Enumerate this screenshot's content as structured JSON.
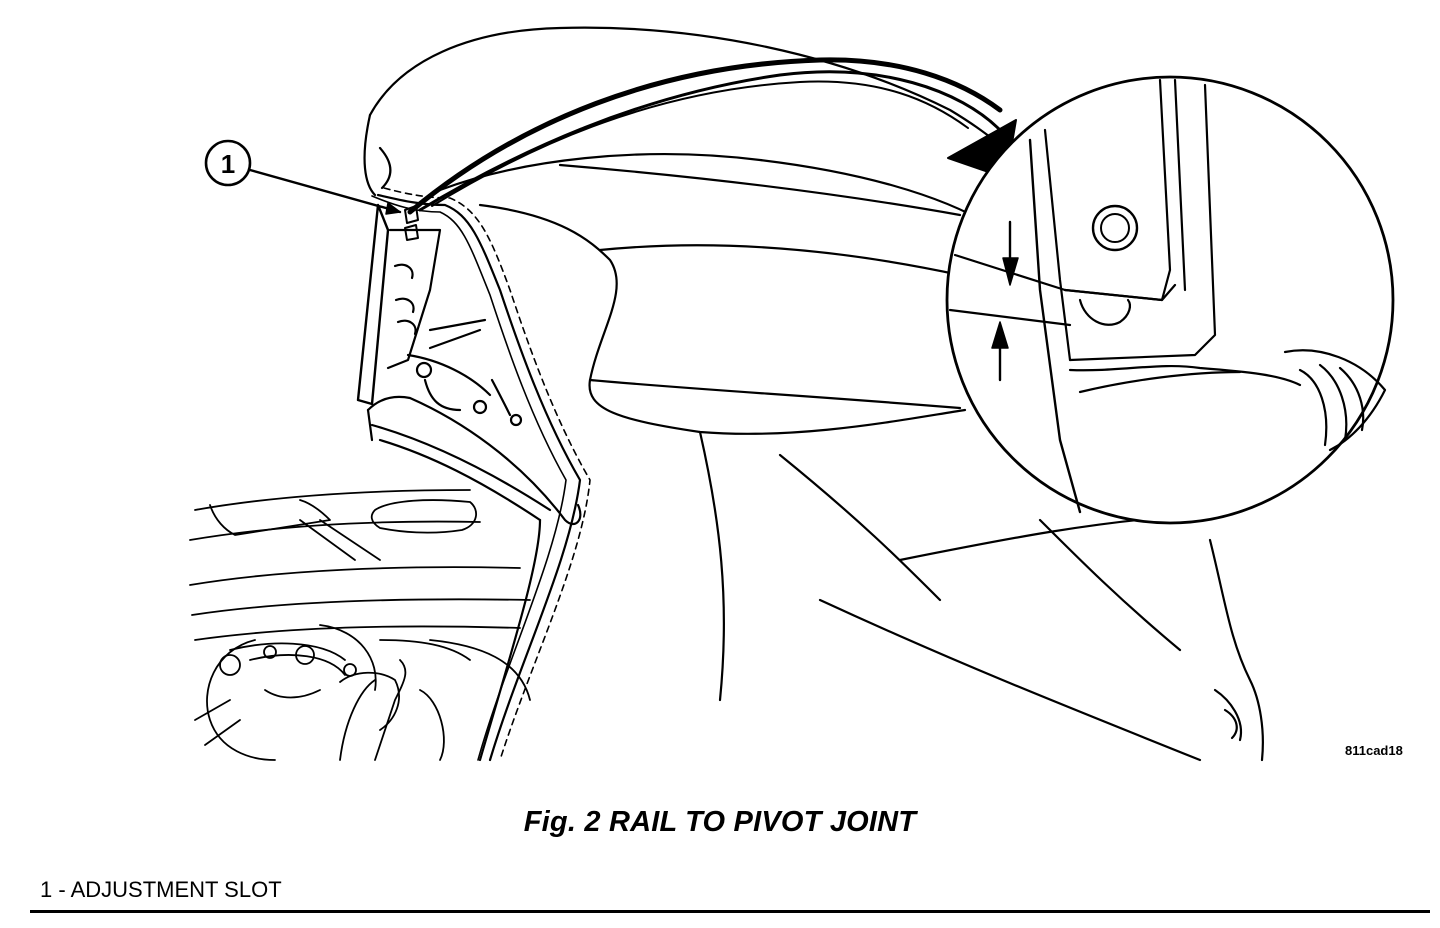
{
  "figure": {
    "callout_number": "1",
    "image_code": "811cad18",
    "caption": "Fig.  2 RAIL TO PIVOT JOINT",
    "legend": [
      {
        "text": "1 - ADJUSTMENT  SLOT"
      }
    ]
  }
}
